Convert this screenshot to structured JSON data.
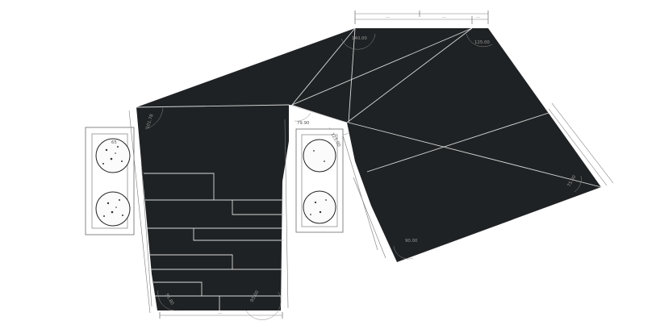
{
  "colors": {
    "fill": "#1f2224",
    "seam": "#d8d8d8",
    "dimension": "#7a7a7a",
    "outline": "#6a6a6a",
    "arc": "#8a8a8a",
    "label_on_dark": "#9a9a9a"
  },
  "angle_labels": {
    "left_top": "101.78",
    "top_peak": "140.00",
    "top_right": "125.00",
    "notch_a": "79.90",
    "notch_b": "125.00",
    "right_tip": "75.00",
    "bottom_right": "90.00",
    "bottom_left": "91.80",
    "bottom_mid": "95.00",
    "planter_top": "65"
  },
  "dimension_labels": {
    "top_a": "...",
    "top_b": "...",
    "top_c": "...",
    "bottom": "..."
  }
}
